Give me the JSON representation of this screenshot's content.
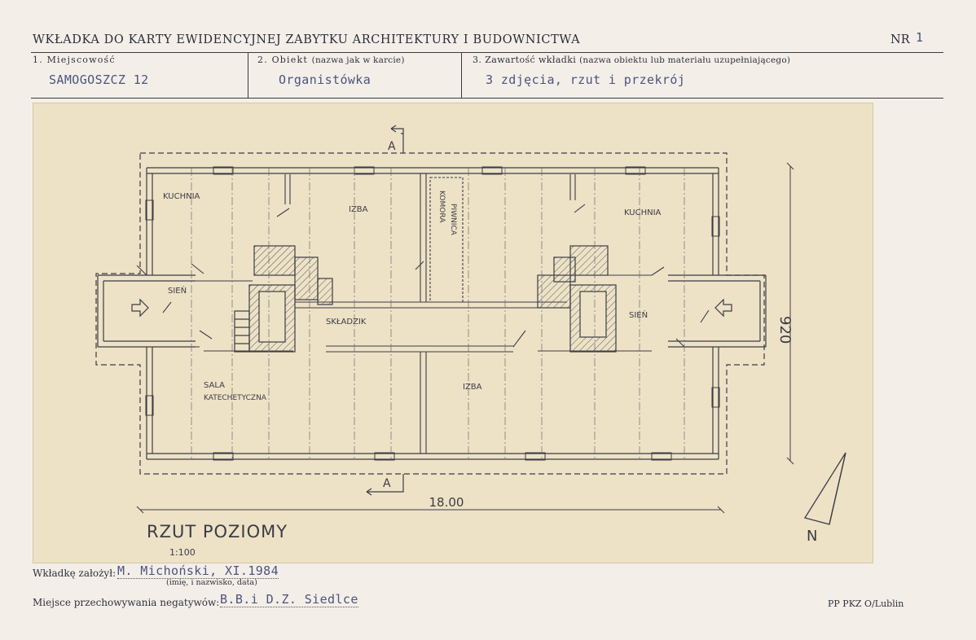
{
  "header": {
    "title": "WKŁADKA DO KARTY EWIDENCYJNEJ ZABYTKU ARCHITEKTURY I BUDOWNICTWA",
    "nr_label": "NR",
    "nr_value": "1"
  },
  "fields": [
    {
      "label": "1. Miejscowość",
      "note": "",
      "value": "SAMOGOSZCZ 12"
    },
    {
      "label": "2. Obiekt",
      "note": "(nazwa jak w karcie)",
      "value": "Organistówka"
    },
    {
      "label": "3. Zawartość wkładki",
      "note": "(nazwa obiektu lub materiału uzupełniającego)",
      "value": "3 zdjęcia, rzut i przekrój"
    }
  ],
  "drawing": {
    "title": "RZUT POZIOMY",
    "scale": "1:100",
    "dim_width": "18.00",
    "dim_height": "920",
    "section_marker": "A",
    "north": "N",
    "rooms": {
      "kuchnia_left": "KUCHNIA",
      "kuchnia_right": "KUCHNIA",
      "izba_top": "IZBA",
      "izba_bottom": "IZBA",
      "komora": "KOMORA",
      "piwnica": "PIWNICA",
      "sien_left": "SIEŃ",
      "sien_right": "SIEŃ",
      "skladzik": "SKŁADZIK",
      "sala_line1": "SALA",
      "sala_line2": "KATECHETYCZNA"
    }
  },
  "footer": {
    "author_label": "Wkładkę założył:",
    "author_value": "M. Michoński, XI.1984",
    "author_note": "(imię, i nazwisko, data)",
    "storage_label": "Miejsce przechowywania negatywów:",
    "storage_value": "B.B.i D.Z. Siedlce",
    "org": "PP PKZ O/Lublin"
  }
}
